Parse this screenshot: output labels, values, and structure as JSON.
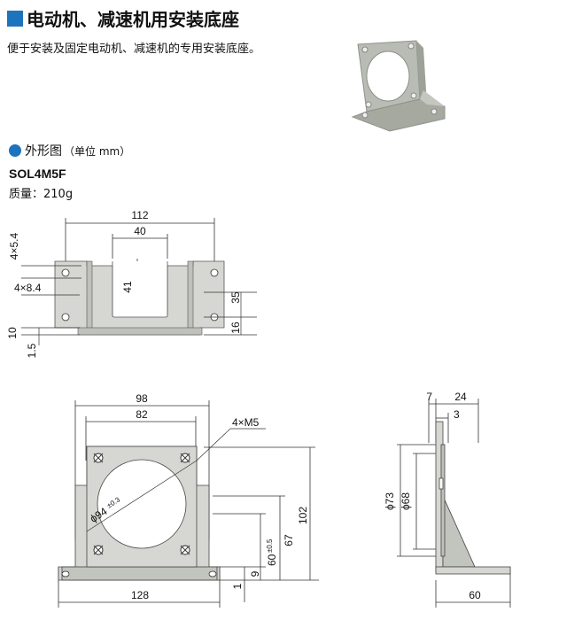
{
  "header": {
    "title": "电动机、减速机用安装底座",
    "description": "便于安装及固定电动机、减速机的专用安装底座。"
  },
  "section": {
    "title": "外形图",
    "unit": "（单位 mm）"
  },
  "product": {
    "model": "SOL4M5F",
    "mass": "质量：210g"
  },
  "top_view": {
    "dims": {
      "width_112": "112",
      "slot_40": "40",
      "slot_depth_41": "41",
      "hole_4x5_4": "4×5.4",
      "hole_4x8_4": "4×8.4",
      "height_35": "35",
      "height_16": "16",
      "thick_10": "10",
      "thick_1_5": "1.5"
    }
  },
  "front_view": {
    "dims": {
      "width_98": "98",
      "width_82": "82",
      "screw": "4×M5",
      "bore": "ϕ94",
      "bore_tol": "±0.3",
      "center_60": "60",
      "center_tol": "±0.5",
      "height_67": "67",
      "height_102": "102",
      "base_9": "9",
      "base_1": "1",
      "width_128": "128"
    }
  },
  "side_view": {
    "dims": {
      "top_7": "7",
      "top_24": "24",
      "top_3": "3",
      "dia_73": "ϕ73",
      "dia_68": "ϕ68",
      "depth_60": "60"
    }
  }
}
